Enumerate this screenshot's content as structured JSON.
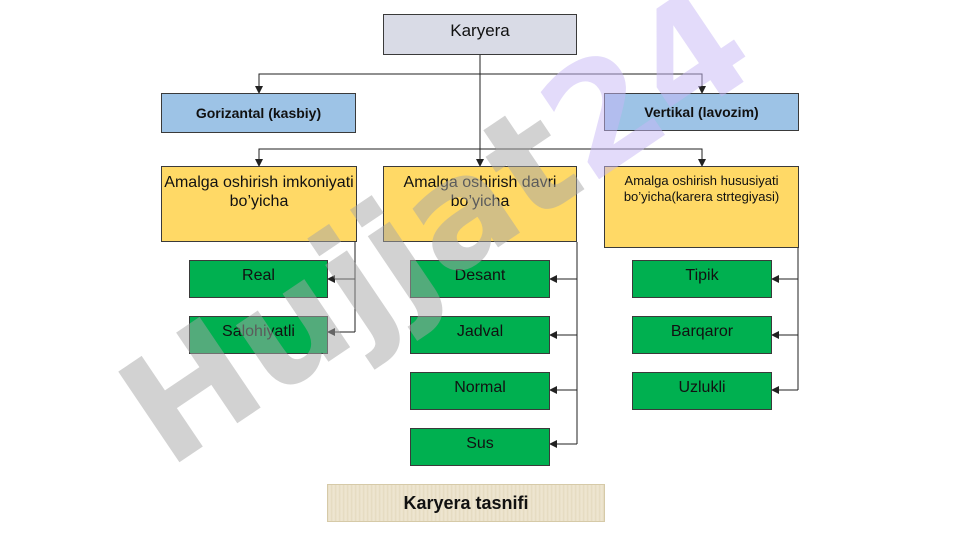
{
  "root": {
    "label": "Karyera"
  },
  "types": {
    "horizontal": "Gorizantal (kasbiy)",
    "vertical": "Vertikal (lavozim)"
  },
  "criteria": [
    {
      "label": "Amalga oshirish imkoniyati bo’yicha",
      "items": [
        "Real",
        "Salohiyatli"
      ]
    },
    {
      "label": "Amalga oshirish davri bo’yicha",
      "items": [
        "Desant",
        "Jadval",
        "Normal",
        "Sus"
      ]
    },
    {
      "label": "Amalga oshirish hususiyati bo’yicha(karera strtegiyasi)",
      "items": [
        "Tipik",
        "Barqaror",
        "Uzlukli"
      ]
    }
  ],
  "caption": "Karyera tasnifi",
  "watermark": "Hujjat24",
  "colors": {
    "root_fill": "#d9dbe6",
    "type_fill": "#9dc3e6",
    "criteria_fill": "#ffd966",
    "item_fill": "#00b050",
    "watermark_gray": "#a6a6a6",
    "watermark_purple": "#c8b8f5"
  }
}
